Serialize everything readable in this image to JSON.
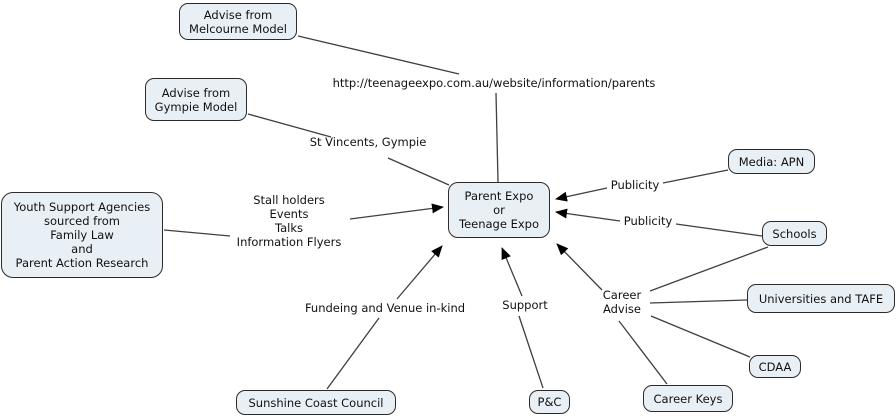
{
  "diagram": {
    "type": "concept-map",
    "background_color": "#ffffff",
    "node_fill_color": "#e9f0f5",
    "node_border_color": "#2b2b2b",
    "line_color": "#3f3f3f",
    "text_color": "#111111"
  },
  "nodes": {
    "melcourne": {
      "label": "Advise from\nMelcourne Model"
    },
    "gympie": {
      "label": "Advise from\nGympie Model"
    },
    "youth": {
      "label": "Youth Support Agencies\nsourced from\nFamily Law\nand\nParent Action Research"
    },
    "expo": {
      "label": "Parent Expo\nor\nTeenage Expo"
    },
    "media": {
      "label": "Media: APN"
    },
    "schools": {
      "label": "Schools"
    },
    "universities": {
      "label": "Universities and TAFE"
    },
    "cdaa": {
      "label": "CDAA"
    },
    "career_keys": {
      "label": "Career Keys"
    },
    "pnc": {
      "label": "P&C"
    },
    "council": {
      "label": "Sunshine Coast Council"
    }
  },
  "link_labels": {
    "url": "http://teenageexpo.com.au/website/information/parents",
    "st_vincents": "St Vincents, Gympie",
    "stall": "Stall holders\nEvents\nTalks\nInformation Flyers",
    "publicity_media": "Publicity",
    "publicity_schools": "Publicity",
    "career_advise": "Career\nAdvise",
    "support": "Support",
    "funding": "Fundeing and Venue in-kind"
  },
  "edges": [
    {
      "from": "melcourne",
      "to": "url_label",
      "arrow": false
    },
    {
      "from": "url_label",
      "to": "expo",
      "arrow": false
    },
    {
      "from": "gympie",
      "to": "st_vincents_label",
      "arrow": false
    },
    {
      "from": "st_vincents_label",
      "to": "expo",
      "arrow": false
    },
    {
      "from": "youth",
      "to": "stall_label",
      "arrow": false
    },
    {
      "from": "stall_label",
      "to": "expo",
      "arrow": true
    },
    {
      "from": "media",
      "to": "expo",
      "label": "Publicity",
      "arrow": true
    },
    {
      "from": "schools",
      "to": "expo",
      "label": "Publicity",
      "arrow": true
    },
    {
      "from": "career_advise_label",
      "to": "expo",
      "arrow": true
    },
    {
      "from": "schools",
      "to": "career_advise_label",
      "arrow": false
    },
    {
      "from": "universities",
      "to": "career_advise_label",
      "arrow": false
    },
    {
      "from": "cdaa",
      "to": "career_advise_label",
      "arrow": false
    },
    {
      "from": "career_keys",
      "to": "career_advise_label",
      "arrow": false
    },
    {
      "from": "pnc",
      "to": "expo",
      "label": "Support",
      "arrow": true
    },
    {
      "from": "council",
      "to": "expo",
      "label": "Fundeing and Venue in-kind",
      "arrow": true
    }
  ]
}
